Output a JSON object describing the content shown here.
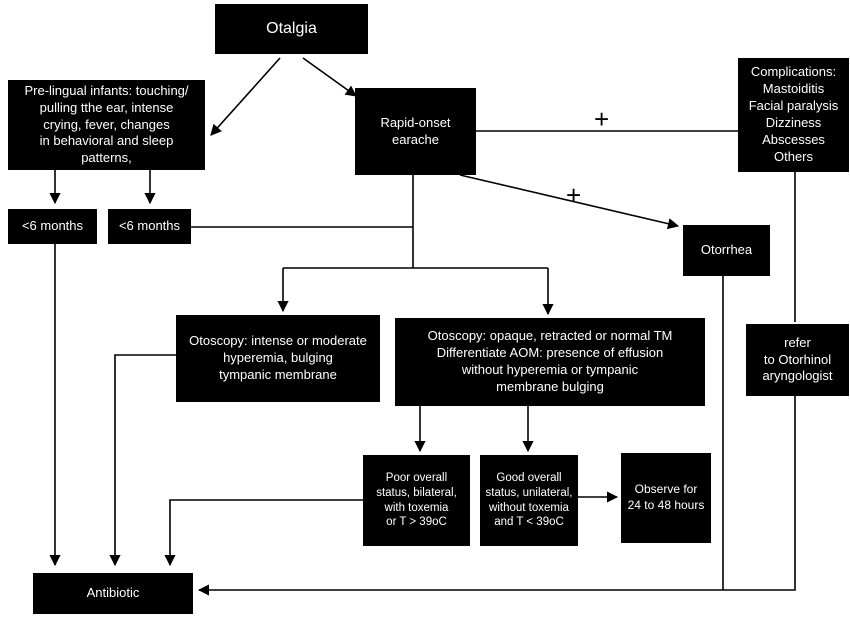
{
  "diagram": {
    "title": "Otalgia management flowchart",
    "colors": {
      "node_background": "#000000",
      "node_text": "#ffffff",
      "line": "#000000",
      "page_background": "#ffffff"
    },
    "nodes": {
      "otalgia": "Otalgia",
      "prelingual": "Pre-lingual infants: touching/\npulling tthe ear, intense\ncrying, fever, changes\nin behavioral and sleep\npatterns,",
      "rapid_onset": "Rapid-onset\nearache",
      "complications": "Complications:\nMastoiditis\nFacial paralysis\nDizziness\nAbscesses\nOthers",
      "six_months_1": "<6 months",
      "six_months_2": "<6 months",
      "otorrhea": "Otorrhea",
      "otoscopy_hyperemia": "Otoscopy: intense or moderate\nhyperemia, bulging\ntympanic membrane",
      "otoscopy_opaque": "Otoscopy: opaque, retracted or normal TM\nDifferentiate AOM: presence of effusion\nwithout hyperemia or tympanic\nmembrane bulging",
      "refer": "refer\nto Otorhinol\naryngologist",
      "poor_status": "Poor overall\nstatus, bilateral,\nwith toxemia\nor T > 39oC",
      "good_status": "Good overall\nstatus, unilateral,\nwithout toxemia\nand T < 39oC",
      "observe": "Observe for\n24 to 48 hours",
      "antibiotic": "Antibiotic"
    },
    "labels": {
      "plus_complications": "+",
      "plus_otorrhea": "+"
    }
  }
}
